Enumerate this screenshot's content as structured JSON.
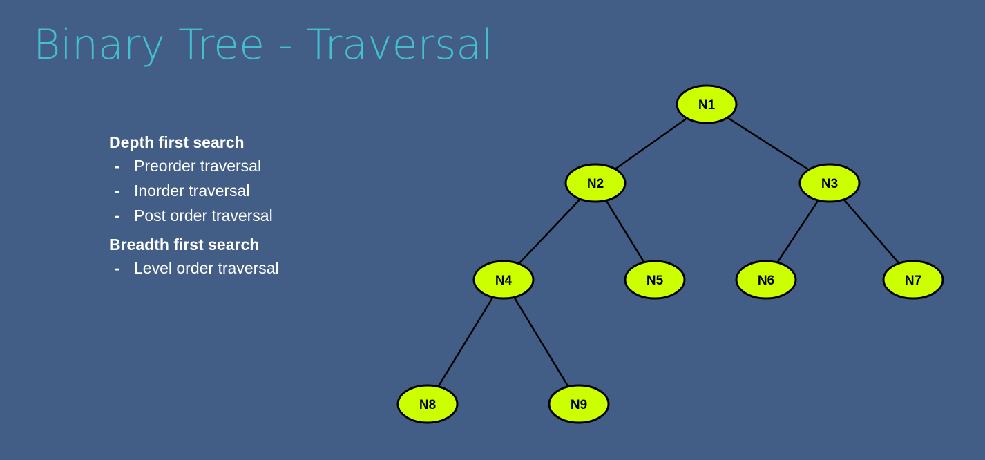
{
  "title": "Binary Tree - Traversal",
  "outline": {
    "dfs": {
      "heading": "Depth first search",
      "dash": "-",
      "items": [
        "Preorder traversal",
        "Inorder traversal",
        "Post order traversal"
      ]
    },
    "bfs": {
      "heading": "Breadth first search",
      "dash": "-",
      "items": [
        "Level order traversal"
      ]
    }
  },
  "tree": {
    "node_fill": "#ccff00",
    "node_stroke": "#000000",
    "edge_color": "#000000",
    "nodes": [
      {
        "id": "n1",
        "label": "N1"
      },
      {
        "id": "n2",
        "label": "N2"
      },
      {
        "id": "n3",
        "label": "N3"
      },
      {
        "id": "n4",
        "label": "N4"
      },
      {
        "id": "n5",
        "label": "N5"
      },
      {
        "id": "n6",
        "label": "N6"
      },
      {
        "id": "n7",
        "label": "N7"
      },
      {
        "id": "n8",
        "label": "N8"
      },
      {
        "id": "n9",
        "label": "N9"
      }
    ],
    "edges": [
      [
        "n1",
        "n2"
      ],
      [
        "n1",
        "n3"
      ],
      [
        "n2",
        "n4"
      ],
      [
        "n2",
        "n5"
      ],
      [
        "n3",
        "n6"
      ],
      [
        "n3",
        "n7"
      ],
      [
        "n4",
        "n8"
      ],
      [
        "n4",
        "n9"
      ]
    ]
  }
}
